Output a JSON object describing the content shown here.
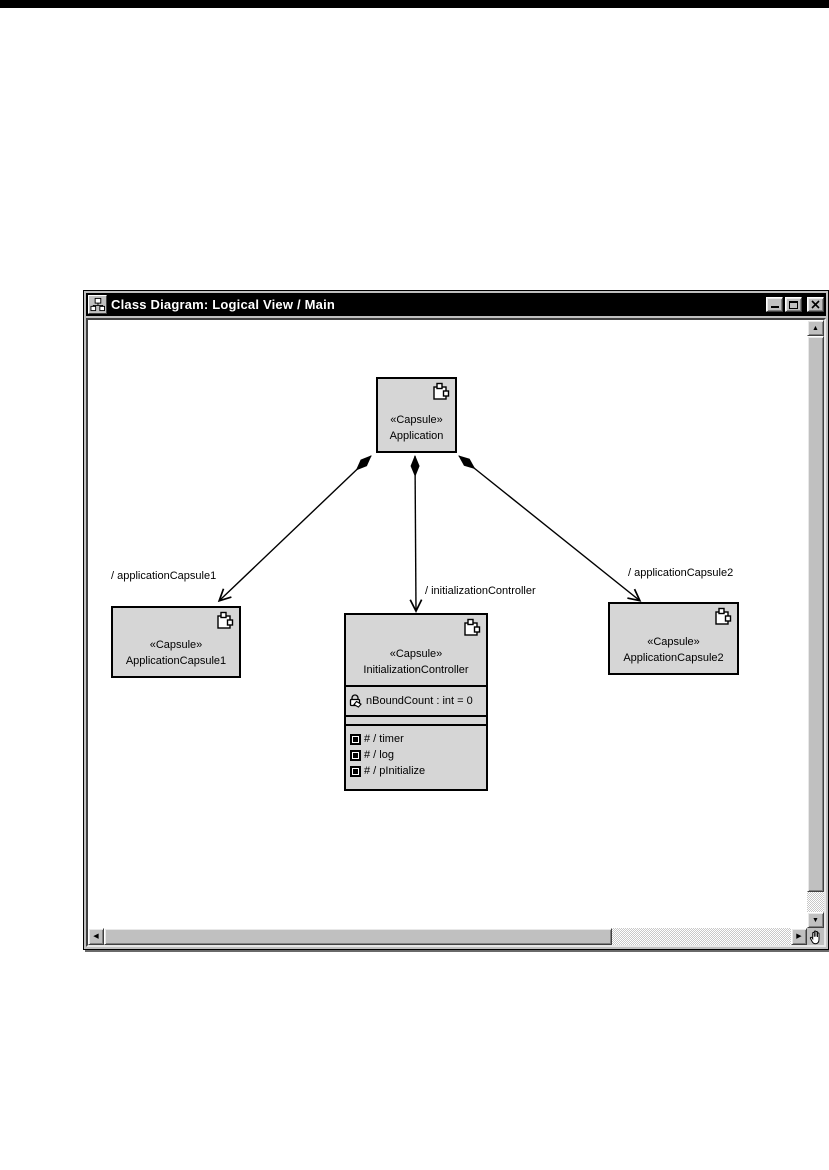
{
  "window": {
    "title": "Class Diagram: Logical View / Main"
  },
  "scrollbar": {
    "up_glyph": "▲",
    "down_glyph": "▼",
    "left_glyph": "◀",
    "right_glyph": "▶"
  },
  "diagram": {
    "application": {
      "stereotype": "«Capsule»",
      "name": "Application"
    },
    "application_capsule1": {
      "stereotype": "«Capsule»",
      "name": "ApplicationCapsule1"
    },
    "initialization_controller": {
      "stereotype": "«Capsule»",
      "name": "InitializationController",
      "attributes": [
        "nBoundCount : int = 0"
      ],
      "ports": [
        "# / timer",
        "# / log",
        "# / pInitialize"
      ]
    },
    "application_capsule2": {
      "stereotype": "«Capsule»",
      "name": "ApplicationCapsule2"
    },
    "connector_labels": {
      "left": "/ applicationCapsule1",
      "middle": "/ initializationController",
      "right": "/ applicationCapsule2"
    }
  },
  "colors": {
    "box_fill": "#d6d6d6",
    "titlebar_bg": "#000000",
    "titlebar_text": "#ffffff",
    "chrome": "#c0c0c0",
    "line": "#000000"
  }
}
